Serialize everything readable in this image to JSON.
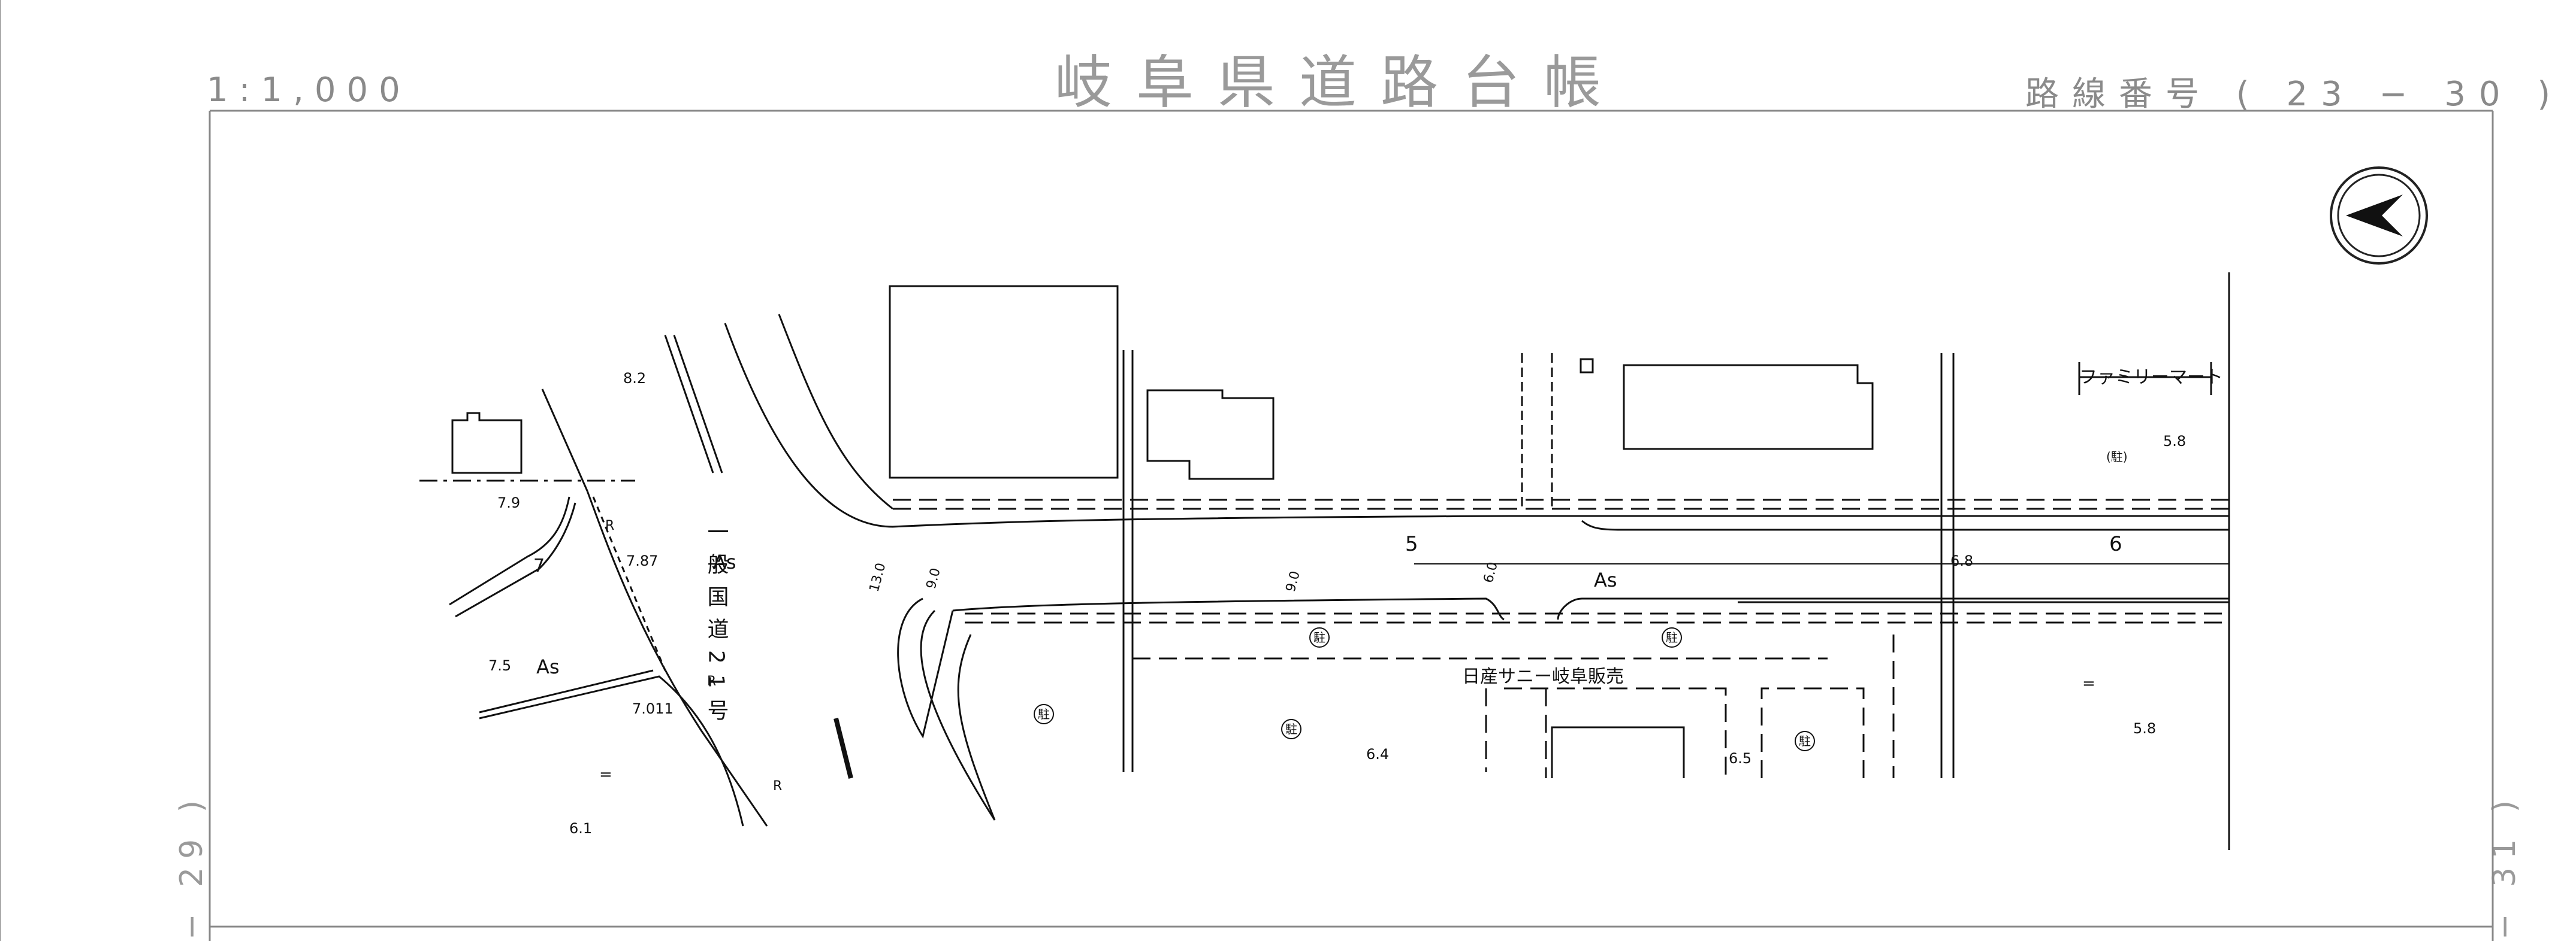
{
  "header": {
    "title": "岐阜県道路台帳",
    "scale": "1:1,000",
    "route_number": "路線番号 ( 23 − 30 )"
  },
  "side_labels": {
    "left": "− 29 )",
    "right": "− 31 )"
  },
  "map_labels": {
    "familymart": "ファミリーマート",
    "nissan": "日産サニー岐阜販売",
    "national_road": "一般国道21号",
    "surface_as": "As",
    "parking": "駐",
    "parking_paren": "(駐)",
    "station_5": "5",
    "station_6": "6",
    "station_7": "7",
    "r_mark": "R",
    "double_bar": "="
  },
  "elevations": {
    "e82": "8.2",
    "e79": "7.9",
    "e787": "7.87",
    "e75": "7.5",
    "e7011": "7.011",
    "e61": "6.1",
    "e64": "6.4",
    "e65": "6.5",
    "e68": "6.8",
    "e58a": "5.8",
    "e58b": "5.8"
  },
  "widths": {
    "w130": "13.0",
    "w90": "9.0",
    "w90b": "9.0",
    "w60": "6.0"
  },
  "icons": {
    "north_arrow": "north-arrow-icon"
  }
}
